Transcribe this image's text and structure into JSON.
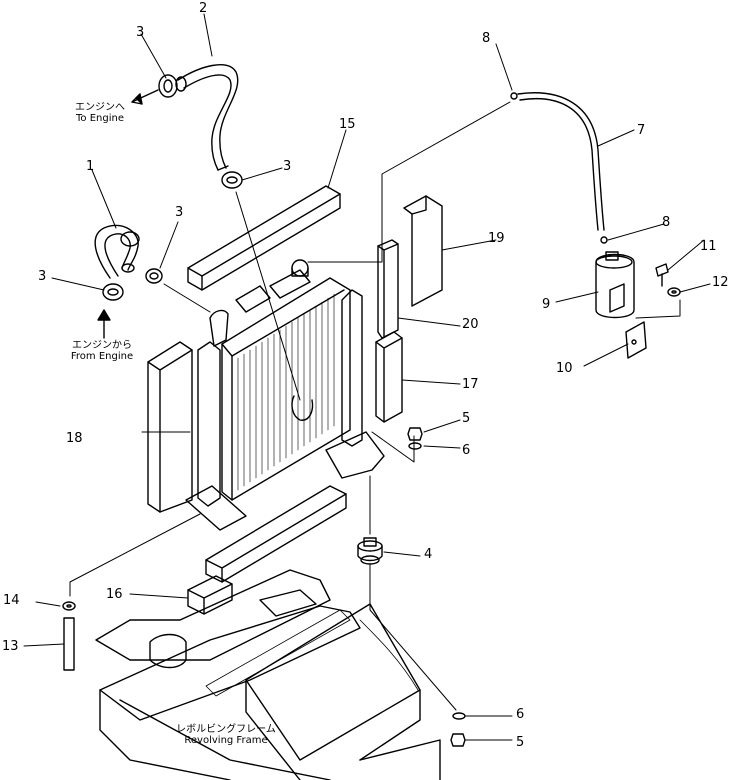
{
  "callouts": {
    "c1": "1",
    "c2": "2",
    "c3a": "3",
    "c3b": "3",
    "c3c": "3",
    "c3d": "3",
    "c4": "4",
    "c5a": "5",
    "c5b": "5",
    "c6a": "6",
    "c6b": "6",
    "c7": "7",
    "c8a": "8",
    "c8b": "8",
    "c9": "9",
    "c10": "10",
    "c11": "11",
    "c12": "12",
    "c13": "13",
    "c14": "14",
    "c15": "15",
    "c16": "16",
    "c17": "17",
    "c18": "18",
    "c19": "19",
    "c20": "20"
  },
  "notes": {
    "to_engine_jp": "エンジンへ",
    "to_engine_en": "To Engine",
    "from_engine_jp": "エンジンから",
    "from_engine_en": "From Engine",
    "revolving_frame_jp": "レボルビングフレーム",
    "revolving_frame_en": "Revolving Frame"
  }
}
